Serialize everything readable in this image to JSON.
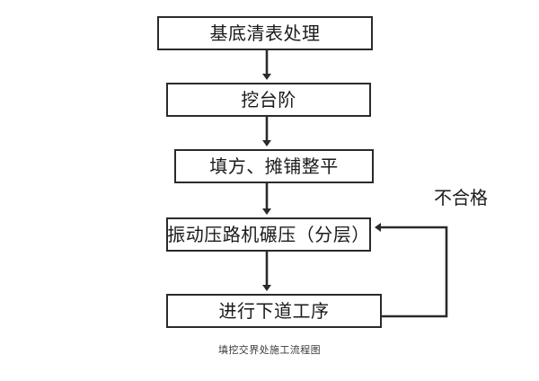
{
  "diagram": {
    "caption": "填挖交界处施工流程图",
    "colors": {
      "background": "#ffffff",
      "box_fill": "#ffffff",
      "box_border": "#2a2a2a",
      "connector": "#2a2a2a",
      "text": "#1a1a1a",
      "caption_text": "#3a3a3a"
    },
    "nodes": [
      {
        "id": "node-1",
        "label": "基底清表处理"
      },
      {
        "id": "node-2",
        "label": "挖台阶"
      },
      {
        "id": "node-3",
        "label": "填方、摊铺整平"
      },
      {
        "id": "node-4",
        "label": "振动压路机碾压（分层）"
      },
      {
        "id": "node-5",
        "label": "进行下道工序"
      }
    ],
    "edges": [
      {
        "id": "edge-1-2",
        "from": "node-1",
        "to": "node-2",
        "label": "",
        "direction": "down"
      },
      {
        "id": "edge-2-3",
        "from": "node-2",
        "to": "node-3",
        "label": "",
        "direction": "down"
      },
      {
        "id": "edge-3-4",
        "from": "node-3",
        "to": "node-4",
        "label": "",
        "direction": "down"
      },
      {
        "id": "edge-4-5",
        "from": "node-4",
        "to": "node-5",
        "label": "",
        "direction": "down"
      },
      {
        "id": "edge-feedback",
        "from": "node-5",
        "to": "node-4",
        "label": "不合格",
        "direction": "loop-right"
      }
    ],
    "feedback_label": "不合格"
  }
}
